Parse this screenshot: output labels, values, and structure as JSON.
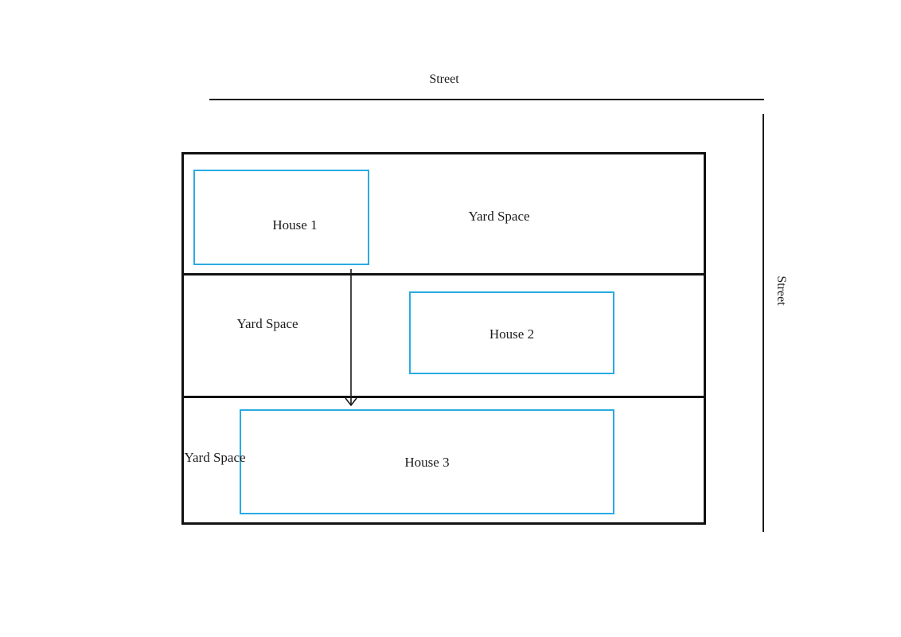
{
  "page": {
    "background": "#ffffff"
  },
  "colors": {
    "line": "#111111",
    "street_line": "#1a1a1a",
    "house_border": "#29abe2",
    "text": "#1c1c1c"
  },
  "streets": {
    "top": {
      "label": "Street"
    },
    "right": {
      "label": "Street"
    }
  },
  "parcel": {
    "lots": [
      {
        "house_label": "House 1",
        "yard_label": "Yard Space"
      },
      {
        "house_label": "House 2",
        "yard_label": "Yard Space"
      },
      {
        "house_label": "House 3",
        "yard_label": "Yard Space"
      }
    ]
  },
  "icons": {
    "arrow": "down-arrow"
  }
}
